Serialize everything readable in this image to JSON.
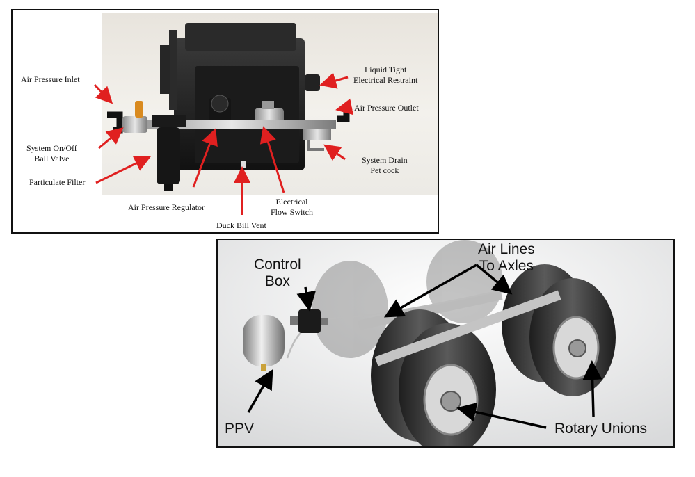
{
  "top_panel": {
    "labels": {
      "air_pressure_inlet": "Air Pressure Inlet",
      "system_on_off_line1": "System On/Off",
      "system_on_off_line2": "Ball Valve",
      "particulate_filter": "Particulate Filter",
      "air_pressure_regulator": "Air Pressure Regulator",
      "duck_bill_vent": "Duck Bill Vent",
      "electrical_flow_switch_line1": "Electrical",
      "electrical_flow_switch_line2": "Flow Switch",
      "liquid_tight_line1": "Liquid Tight",
      "liquid_tight_line2": "Electrical Restraint",
      "air_pressure_outlet": "Air Pressure Outlet",
      "system_drain_line1": "System Drain",
      "system_drain_line2": "Pet cock"
    },
    "colors": {
      "arrow": "#e02020",
      "box": "#222222"
    }
  },
  "bottom_panel": {
    "labels": {
      "air_lines_line1": "Air Lines",
      "air_lines_line2": "To Axles",
      "control_box_line1": "Control",
      "control_box_line2": "Box",
      "ppv": "PPV",
      "rotary_unions": "Rotary Unions"
    },
    "colors": {
      "arrow": "#000000",
      "tire": "#2d2d2d"
    }
  }
}
